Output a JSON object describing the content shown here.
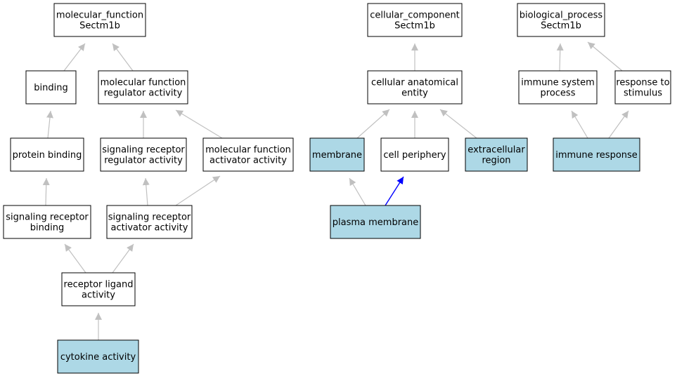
{
  "colors": {
    "highlight_fill": "#add8e6",
    "plain_fill": "#ffffff",
    "edge_gray": "#c0c0c0",
    "edge_blue": "#0000ff"
  },
  "nodes": [
    {
      "id": "mf_root",
      "lines": [
        "molecular_function",
        "Sectm1b"
      ],
      "highlight": false
    },
    {
      "id": "binding",
      "lines": [
        "binding"
      ],
      "highlight": false
    },
    {
      "id": "mf_reg",
      "lines": [
        "molecular function",
        "regulator activity"
      ],
      "highlight": false
    },
    {
      "id": "protein_binding",
      "lines": [
        "protein binding"
      ],
      "highlight": false
    },
    {
      "id": "sig_rec_reg",
      "lines": [
        "signaling receptor",
        "regulator activity"
      ],
      "highlight": false
    },
    {
      "id": "mf_act",
      "lines": [
        "molecular function",
        "activator activity"
      ],
      "highlight": false
    },
    {
      "id": "sig_rec_binding",
      "lines": [
        "signaling receptor",
        "binding"
      ],
      "highlight": false
    },
    {
      "id": "sig_rec_act",
      "lines": [
        "signaling receptor",
        "activator activity"
      ],
      "highlight": false
    },
    {
      "id": "rec_ligand",
      "lines": [
        "receptor ligand",
        "activity"
      ],
      "highlight": false
    },
    {
      "id": "cytokine",
      "lines": [
        "cytokine activity"
      ],
      "highlight": true
    },
    {
      "id": "cc_root",
      "lines": [
        "cellular_component",
        "Sectm1b"
      ],
      "highlight": false
    },
    {
      "id": "cae",
      "lines": [
        "cellular anatomical",
        "entity"
      ],
      "highlight": false
    },
    {
      "id": "membrane",
      "lines": [
        "membrane"
      ],
      "highlight": true
    },
    {
      "id": "cell_periphery",
      "lines": [
        "cell periphery"
      ],
      "highlight": false
    },
    {
      "id": "extracellular",
      "lines": [
        "extracellular",
        "region"
      ],
      "highlight": true
    },
    {
      "id": "plasma_membrane",
      "lines": [
        "plasma membrane"
      ],
      "highlight": true
    },
    {
      "id": "bp_root",
      "lines": [
        "biological_process",
        "Sectm1b"
      ],
      "highlight": false
    },
    {
      "id": "immune_sys",
      "lines": [
        "immune system",
        "process"
      ],
      "highlight": false
    },
    {
      "id": "response_stim",
      "lines": [
        "response to",
        "stimulus"
      ],
      "highlight": false
    },
    {
      "id": "immune_resp",
      "lines": [
        "immune response"
      ],
      "highlight": true
    }
  ],
  "edges": [
    {
      "from": "binding",
      "to": "mf_root",
      "color": "gray"
    },
    {
      "from": "mf_reg",
      "to": "mf_root",
      "color": "gray"
    },
    {
      "from": "protein_binding",
      "to": "binding",
      "color": "gray"
    },
    {
      "from": "sig_rec_reg",
      "to": "mf_reg",
      "color": "gray"
    },
    {
      "from": "mf_act",
      "to": "mf_reg",
      "color": "gray"
    },
    {
      "from": "sig_rec_binding",
      "to": "protein_binding",
      "color": "gray"
    },
    {
      "from": "sig_rec_act",
      "to": "sig_rec_reg",
      "color": "gray"
    },
    {
      "from": "sig_rec_act",
      "to": "mf_act",
      "color": "gray"
    },
    {
      "from": "rec_ligand",
      "to": "sig_rec_binding",
      "color": "gray"
    },
    {
      "from": "rec_ligand",
      "to": "sig_rec_act",
      "color": "gray"
    },
    {
      "from": "cytokine",
      "to": "rec_ligand",
      "color": "gray"
    },
    {
      "from": "cae",
      "to": "cc_root",
      "color": "gray"
    },
    {
      "from": "membrane",
      "to": "cae",
      "color": "gray"
    },
    {
      "from": "cell_periphery",
      "to": "cae",
      "color": "gray"
    },
    {
      "from": "extracellular",
      "to": "cae",
      "color": "gray"
    },
    {
      "from": "plasma_membrane",
      "to": "membrane",
      "color": "gray"
    },
    {
      "from": "plasma_membrane",
      "to": "cell_periphery",
      "color": "blue"
    },
    {
      "from": "immune_sys",
      "to": "bp_root",
      "color": "gray"
    },
    {
      "from": "response_stim",
      "to": "bp_root",
      "color": "gray"
    },
    {
      "from": "immune_resp",
      "to": "immune_sys",
      "color": "gray"
    },
    {
      "from": "immune_resp",
      "to": "response_stim",
      "color": "gray"
    }
  ]
}
